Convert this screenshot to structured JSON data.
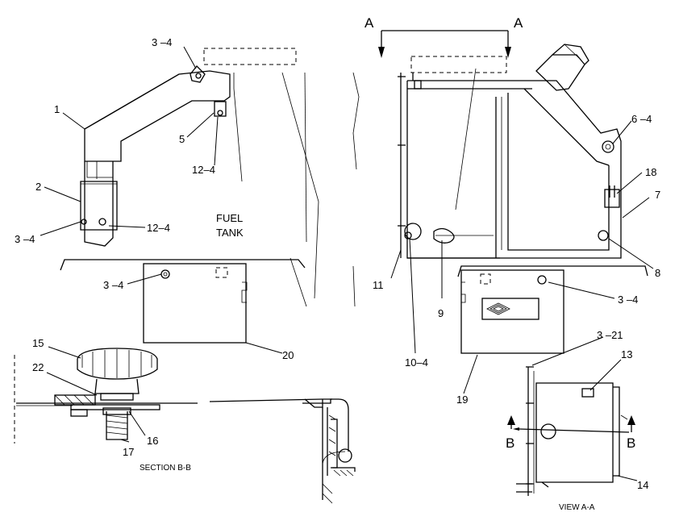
{
  "callouts": {
    "c1": "1",
    "c2": "2",
    "c3_4_a": "3 –4",
    "c3_4_b": "3 –4",
    "c3_4_c": "3 –4",
    "c3_4_d": "3 –4",
    "c5": "5",
    "c12_4_a": "12–4",
    "c12_4_b": "12–4",
    "c15": "15",
    "c22": "22",
    "c17": "17",
    "c16": "16",
    "c20": "20",
    "c6_4": "6 –4",
    "c18": "18",
    "c7": "7",
    "c8": "8",
    "c11": "11",
    "c9": "9",
    "c10_4": "10–4",
    "c19": "19",
    "c3_21": "3 –21",
    "c13": "13",
    "c14": "14"
  },
  "text": {
    "fuel": "FUEL",
    "tank": "TANK",
    "section_bb": "SECTION  B-B",
    "view_aa": "VIEW  A-A",
    "a_left": "A",
    "a_right": "A",
    "b_left": "B",
    "b_right": "B"
  }
}
